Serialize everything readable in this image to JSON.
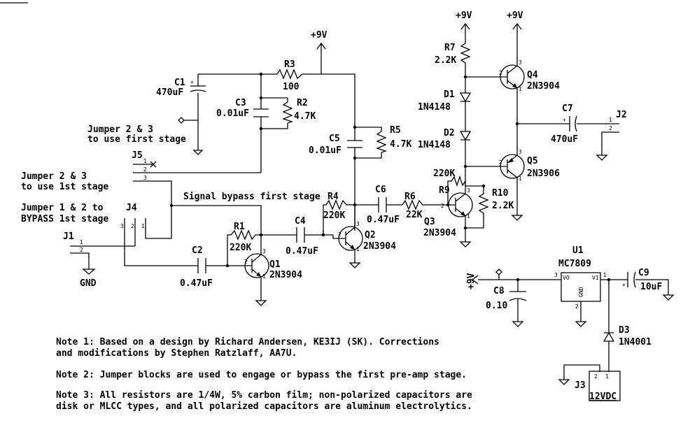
{
  "components": {
    "C1": {
      "ref": "C1",
      "value": "470uF"
    },
    "C2": {
      "ref": "C2",
      "value": "0.47uF"
    },
    "C3": {
      "ref": "C3",
      "value": "0.01uF"
    },
    "C4": {
      "ref": "C4",
      "value": "0.47uF"
    },
    "C5": {
      "ref": "C5",
      "value": "0.01uF"
    },
    "C6": {
      "ref": "C6",
      "value": "0.47uF"
    },
    "C7": {
      "ref": "C7",
      "value": "470uF"
    },
    "C8": {
      "ref": "C8",
      "value": "0.10"
    },
    "C9": {
      "ref": "C9",
      "value": "10uF"
    },
    "R1": {
      "ref": "R1",
      "value": "220K"
    },
    "R2": {
      "ref": "R2",
      "value": "4.7K"
    },
    "R3": {
      "ref": "R3",
      "value": "100"
    },
    "R4": {
      "ref": "R4",
      "value": "220K"
    },
    "R5": {
      "ref": "R5",
      "value": "4.7K"
    },
    "R6": {
      "ref": "R6",
      "value": "22K"
    },
    "R7": {
      "ref": "R7",
      "value": "2.2K"
    },
    "R9": {
      "ref": "R9",
      "value": "220K"
    },
    "R10": {
      "ref": "R10",
      "value": "2.2K"
    },
    "Q1": {
      "ref": "Q1",
      "value": "2N3904"
    },
    "Q2": {
      "ref": "Q2",
      "value": "2N3904"
    },
    "Q3": {
      "ref": "Q3",
      "value": "2N3904"
    },
    "Q4": {
      "ref": "Q4",
      "value": "2N3904"
    },
    "Q5": {
      "ref": "Q5",
      "value": "2N3906"
    },
    "D1": {
      "ref": "D1",
      "value": "1N4148"
    },
    "D2": {
      "ref": "D2",
      "value": "1N4148"
    },
    "D3": {
      "ref": "D3",
      "value": "1N4001"
    },
    "U1": {
      "ref": "U1",
      "value": "MC7809"
    },
    "J1": {
      "ref": "J1"
    },
    "J2": {
      "ref": "J2"
    },
    "J3": {
      "ref": "J3",
      "value": "12VDC"
    },
    "J4": {
      "ref": "J4"
    },
    "J5": {
      "ref": "J5"
    }
  },
  "labels": {
    "vcc": "+9V",
    "gnd": "GND",
    "jumper23_first": [
      "Jumper 2 & 3",
      "to use first stage"
    ],
    "jumper23_1st": [
      "Jumper 2 & 3",
      "to use 1st stage"
    ],
    "jumper12_bypass": [
      "Jumper 1 & 2 to",
      "BYPASS 1st stage"
    ],
    "signal_bypass": "Signal bypass first stage",
    "regulator_pins": {
      "vo": "VO",
      "vi": "VI",
      "gnd": "GND"
    }
  },
  "notes": [
    [
      "Note 1: Based on a design by Richard Andersen, KE3IJ (SK). Corrections",
      "and modifications by Stephen Ratzlaff, AA7U."
    ],
    [
      "Note 2: Jumper blocks are used to engage or bypass the first pre-amp stage."
    ],
    [
      "Note 3: All resistors are 1/4W, 5% carbon film; non-polarized capacitors are",
      "disk or MLCC types, and all polarized capacitors are aluminum electrolytics."
    ]
  ]
}
